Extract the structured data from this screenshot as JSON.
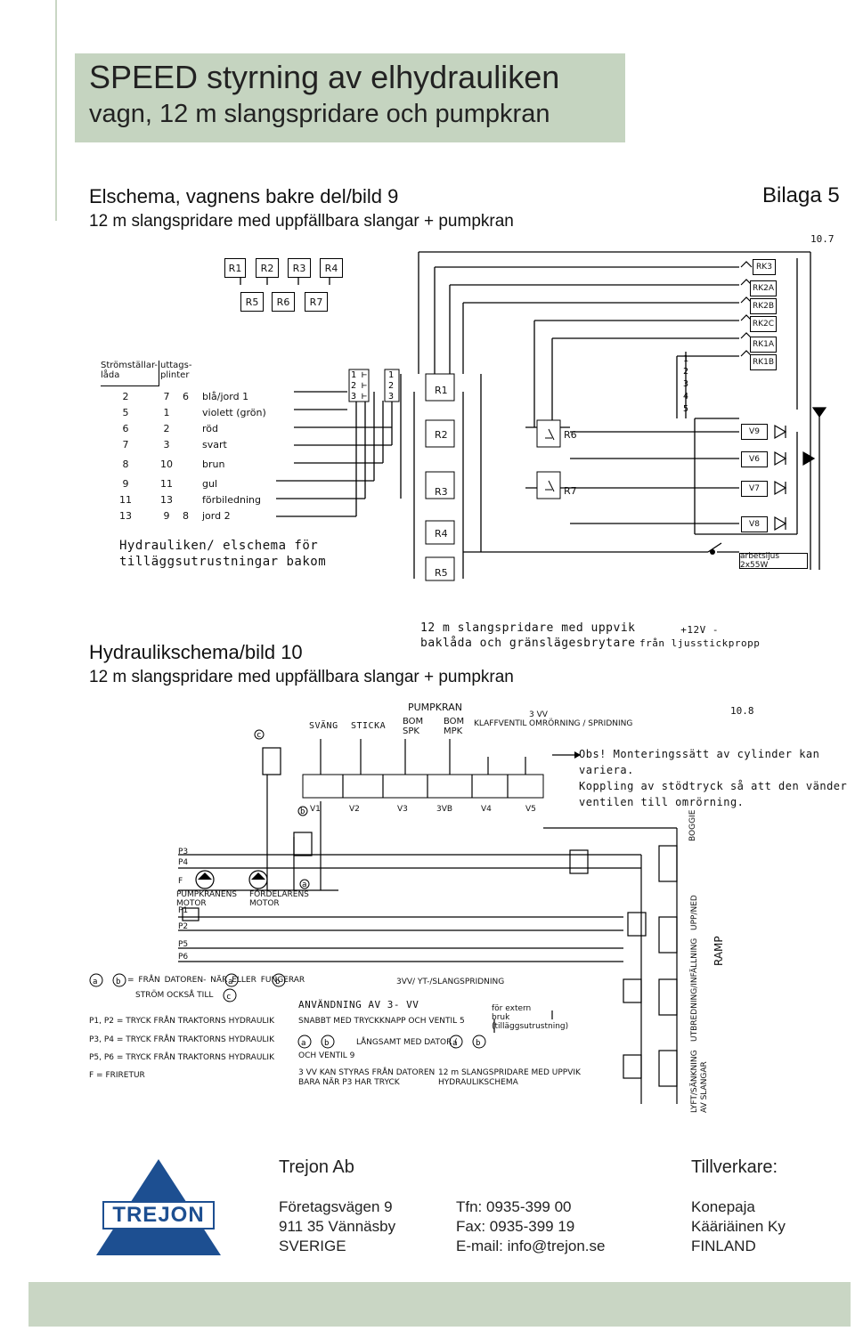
{
  "header": {
    "title_line1": "SPEED styrning av elhydrauliken",
    "title_line2": "vagn, 12 m slangspridare och pumpkran"
  },
  "elschema": {
    "title": "Elschema, vagnens bakre del/bild 9",
    "subtitle": "12 m slangspridare med uppfällbara slangar + pumpkran",
    "bilaga": "Bilaga 5",
    "ref": "10.7"
  },
  "relays_top": [
    "R1",
    "R2",
    "R3",
    "R4"
  ],
  "relays_mid": [
    "R5",
    "R6",
    "R7"
  ],
  "rk_labels": [
    "RK3",
    "RK2A",
    "RK2B",
    "RK2C",
    "RK1A",
    "RK1B"
  ],
  "valves_right": [
    "V9",
    "V6",
    "V7",
    "V8"
  ],
  "arbetsljus": "arbetsljus 2x55W",
  "table": {
    "h1": "Strömställar-\nlåda",
    "h2": "uttags-\nplinter",
    "rows": [
      {
        "a": "2",
        "b": "7",
        "c": "6",
        "name": "blå/jord 1"
      },
      {
        "a": "5",
        "b": "1",
        "c": "",
        "name": "violett (grön)"
      },
      {
        "a": "6",
        "b": "2",
        "c": "",
        "name": "röd"
      },
      {
        "a": "7",
        "b": "3",
        "c": "",
        "name": "svart"
      },
      {
        "a": "8",
        "b": "10",
        "c": "",
        "name": "brun"
      },
      {
        "a": "9",
        "b": "11",
        "c": "",
        "name": "gul"
      },
      {
        "a": "11",
        "b": "13",
        "c": "",
        "name": "förbiledning"
      },
      {
        "a": "13",
        "b": "9",
        "c": "8",
        "name": "jord 2"
      }
    ]
  },
  "relay_center": [
    "R1",
    "R2",
    "R3",
    "R4",
    "R5",
    "R6",
    "R7"
  ],
  "hydrauliken_note": "Hydrauliken/ elschema för\ntilläggsutrustningar bakom",
  "hydraulik": {
    "title": "Hydraulikschema/bild 10",
    "subtitle": "12 m slangspridare med uppfällbara slangar + pumpkran",
    "note": "12 m slangspridare med uppvik\nbaklåda och gränslägesbrytare",
    "power": "+12V      -\nfrån ljusstickpropp",
    "ref": "10.8",
    "pumpkran": "PUMPKRAN",
    "labels_top": [
      "SVÄNG",
      "STICKA",
      "BOM\nSPK",
      "BOM\nMPK",
      "KLAFFVENTIL",
      "3 VV\nOMRÖRNING / SPRIDNING"
    ],
    "obs": "Obs! Monteringssätt av cylinder kan variera.\nKoppling av stödtryck så att den vänder\nventilen till omrörning.",
    "valve_ids": [
      "V1",
      "V2",
      "V3",
      "3VB",
      "V4",
      "V5"
    ],
    "boggie": "BOGGIE",
    "ramp": "RAMP",
    "upp_ned": "UPP/NED",
    "utbredning": "UTBREDNING/INFÄLLNING",
    "lyft": "LYFT/SÄNKNING\nAV SLANGAR",
    "motor1": "PUMPKRANENS\nMOTOR",
    "motor2": "FÖRDELARENS\nMOTOR",
    "ports": [
      "P3",
      "P4",
      "F",
      "P1",
      "P2",
      "P5",
      "P6"
    ],
    "legend_ab": "= FRÅN DATOREN- NÄR    ELLER    FUNGERAR",
    "legend_c": "STRÖM OCKSÅ TILL",
    "legend_p12": "P1, P2 = TRYCK FRÅN TRAKTORNS HYDRAULIK",
    "legend_p34": "P3, P4 = TRYCK FRÅN TRAKTORNS HYDRAULIK",
    "legend_p56": "P5, P6 = TRYCK FRÅN TRAKTORNS HYDRAULIK",
    "legend_f": "F      = FRIRETUR",
    "yt": "3VV/ YT-/SLANGSPRIDNING",
    "anv": "ANVÄNDNING AV 3- VV",
    "anv1": "SNABBT MED TRYCKKNAPP OCH VENTIL 5",
    "anv2": "LÅNGSAMT MED DATOR (",
    "anv3": "OCH VENTIL 9",
    "extern": "för extern\nbruk\n(tilläggsutrustning)",
    "computer": "3 VV KAN STYRAS FRÅN DATOREN\nBARA NÄR P3 HAR TRYCK",
    "slang": "12 m SLANGSPRIDARE MED UPPVIK\nHYDRAULIKSCHEMA"
  },
  "footer": {
    "company": "Trejon Ab",
    "logo": "TREJON",
    "street": "Företagsvägen 9",
    "city": "911 35 Vännäsby",
    "country": "SVERIGE",
    "tel": "Tfn: 0935-399 00",
    "fax": "Fax: 0935-399 19",
    "email": "E-mail: info@trejon.se",
    "tillverkare": "Tillverkare:",
    "m1": "Konepaja",
    "m2": "Kääriäinen Ky",
    "m3": "FINLAND"
  }
}
